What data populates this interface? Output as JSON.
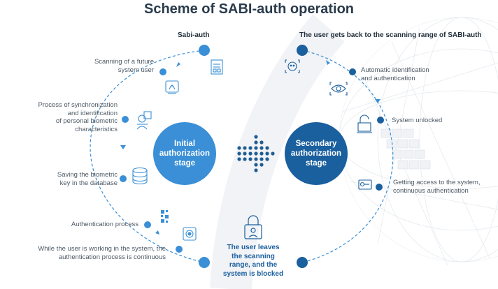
{
  "title": "Scheme of SABI-auth operation",
  "left": {
    "header": "Sabi-auth",
    "center": [
      "Initial",
      "authorization",
      "stage"
    ],
    "steps": [
      [
        "Scanning of a future",
        "system user"
      ],
      [
        "Process of synchronization",
        "and identification",
        "of personal biometric",
        "characteristics"
      ],
      [
        "Saving the biometric",
        "key in the database"
      ],
      [
        "Authentication process"
      ],
      [
        "While the user is working in the system, the",
        "authentication process is continuous"
      ]
    ]
  },
  "right": {
    "header": "The user gets back to the scanning range of SABI-auth",
    "center": [
      "Secondary",
      "authorization",
      "stage"
    ],
    "steps": [
      [
        "Automatic identification",
        "and authentication"
      ],
      [
        "System unlocked"
      ],
      [
        "Getting access to the system,",
        "continuous authentication"
      ]
    ]
  },
  "bottom": [
    "The user leaves",
    "the scanning",
    "range, and the",
    "system is blocked"
  ],
  "colors": {
    "accent": "#3a8fd6",
    "dark": "#1a5f9e",
    "text": "#4d5964",
    "title": "#2a3b4c"
  },
  "icons": [
    "document-icon",
    "fingerprint-scan-icon",
    "face-scan-icon",
    "database-icon",
    "qr-code-icon",
    "iris-icon",
    "face-id-icon",
    "eye-scan-icon",
    "unlock-icon",
    "key-card-icon",
    "user-lock-icon"
  ]
}
